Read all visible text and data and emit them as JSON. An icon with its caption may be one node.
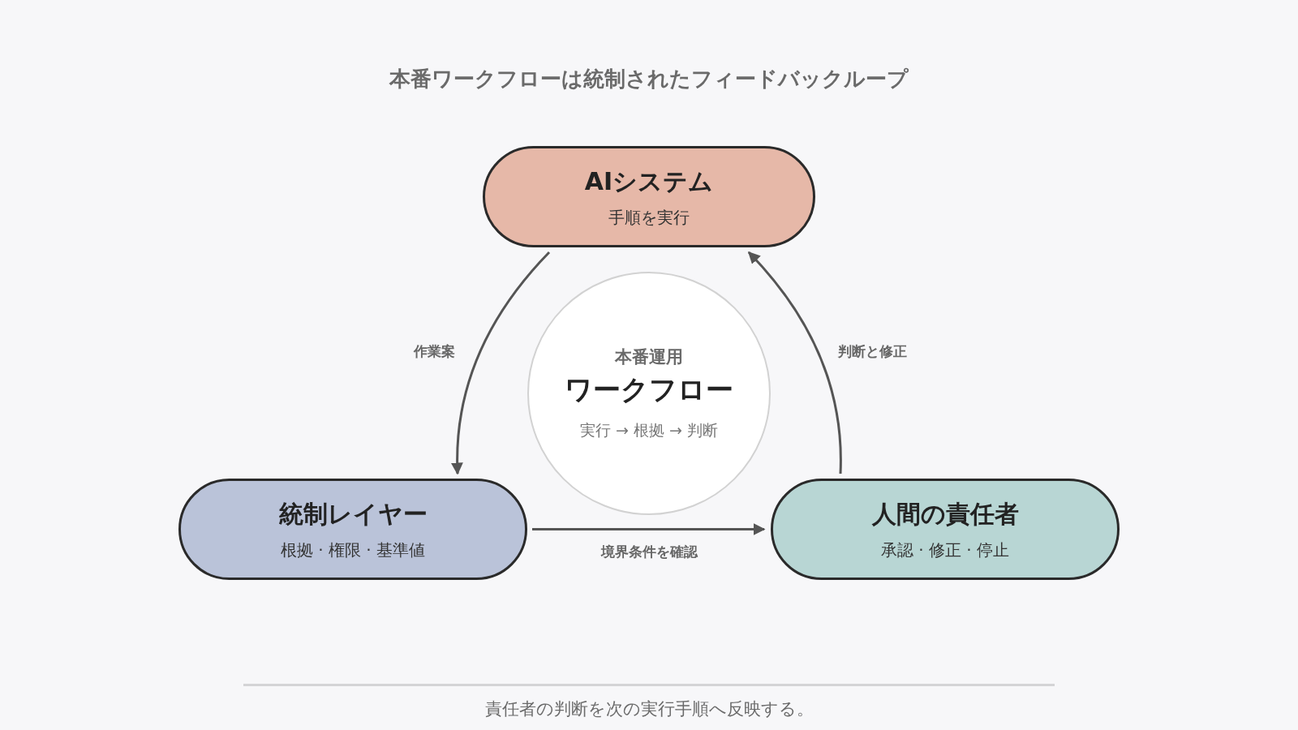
{
  "diagram": {
    "title": "本番ワークフローは統制されたフィードバックループ",
    "caption": "責任者の判断を次の実行手順へ反映する。",
    "nodes": [
      {
        "text": [
          "AIシステム",
          "手順を実行"
        ]
      },
      {
        "text": [
          "統制レイヤー",
          "根拠 · 権限 · 基準値"
        ]
      },
      {
        "text": [
          "人間の責任者",
          "承認 · 修正 · 停止"
        ]
      },
      {
        "text": [
          "本番運用",
          "ワークフロー",
          "実行 → 根拠 → 判断"
        ]
      }
    ],
    "edges": [
      {
        "from": 0,
        "to": 1,
        "arrow": "to",
        "label": "作業案"
      },
      {
        "from": 1,
        "to": 2,
        "arrow": "to",
        "label": "境界条件を確認"
      },
      {
        "from": 2,
        "to": 0,
        "arrow": "to",
        "label": "判断と修正"
      }
    ]
  }
}
